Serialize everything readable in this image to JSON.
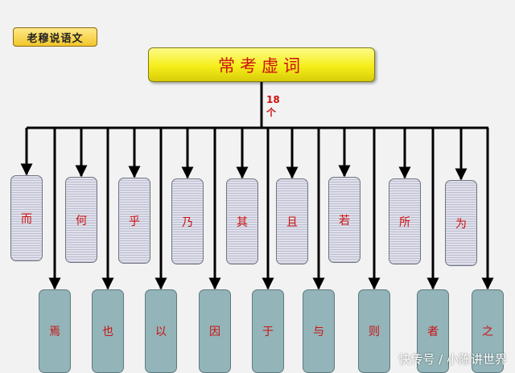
{
  "badge": "老穆说语文",
  "title": "常考虚词",
  "count": [
    "18",
    "个"
  ],
  "upper_words": [
    "而",
    "何",
    "乎",
    "乃",
    "其",
    "且",
    "若",
    "所",
    "为"
  ],
  "lower_words": [
    "焉",
    "也",
    "以",
    "因",
    "于",
    "与",
    "则",
    "者",
    "之"
  ],
  "watermark": "快传号 / 小陈讲世界",
  "colors": {
    "title_text": "#cc1111",
    "title_fill": "#f6ee1a",
    "lower_fill": "#93b4b8",
    "upper_fill": "#d2d3e0"
  }
}
